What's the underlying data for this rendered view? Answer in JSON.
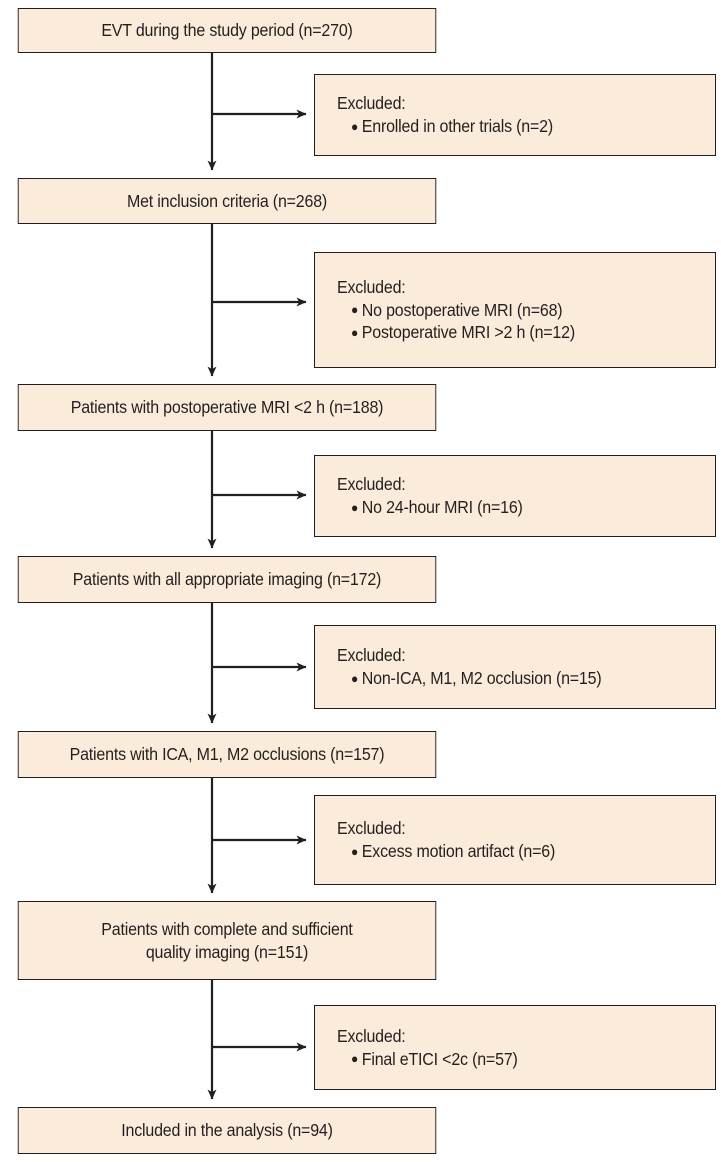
{
  "figure": {
    "type": "flowchart",
    "orientation": "top-to-bottom",
    "box_fill": "#FBEBDA",
    "box_border": "#231f20",
    "text_color": "#231f20"
  },
  "nodes": [
    {
      "id": "n1",
      "line1": "EVT during the study period (n=270)",
      "count": 270
    },
    {
      "id": "n2",
      "line1": "Met inclusion criteria (n=268)",
      "count": 268
    },
    {
      "id": "n3",
      "line1": "Patients with postoperative MRI <2 h (n=188)",
      "count": 188
    },
    {
      "id": "n4",
      "line1": "Patients with all appropriate imaging (n=172)",
      "count": 172
    },
    {
      "id": "n5",
      "line1": "Patients with ICA, M1, M2 occlusions (n=157)",
      "count": 157
    },
    {
      "id": "n6",
      "line1": "Patients with complete and sufficient",
      "line2": "quality imaging (n=151)",
      "count": 151
    },
    {
      "id": "n7",
      "line1": "Included in the analysis (n=94)",
      "count": 94
    }
  ],
  "exclusions": [
    {
      "id": "e1",
      "title": "Excluded:",
      "items": [
        {
          "text": "Enrolled in other trials (n=2)",
          "count": 2
        }
      ]
    },
    {
      "id": "e2",
      "title": "Excluded:",
      "items": [
        {
          "text": "No postoperative MRI (n=68)",
          "count": 68
        },
        {
          "text": "Postoperative MRI >2 h (n=12)",
          "count": 12
        }
      ]
    },
    {
      "id": "e3",
      "title": "Excluded:",
      "items": [
        {
          "text": "No 24-hour MRI (n=16)",
          "count": 16
        }
      ]
    },
    {
      "id": "e4",
      "title": "Excluded:",
      "items": [
        {
          "text": "Non-ICA, M1, M2 occlusion (n=15)",
          "count": 15
        }
      ]
    },
    {
      "id": "e5",
      "title": "Excluded:",
      "items": [
        {
          "text": "Excess motion artifact (n=6)",
          "count": 6
        }
      ]
    },
    {
      "id": "e6",
      "title": "Excluded:",
      "items": [
        {
          "text": "Final eTICI <2c (n=57)",
          "count": 57
        }
      ]
    }
  ],
  "bullet_glyph": "●"
}
